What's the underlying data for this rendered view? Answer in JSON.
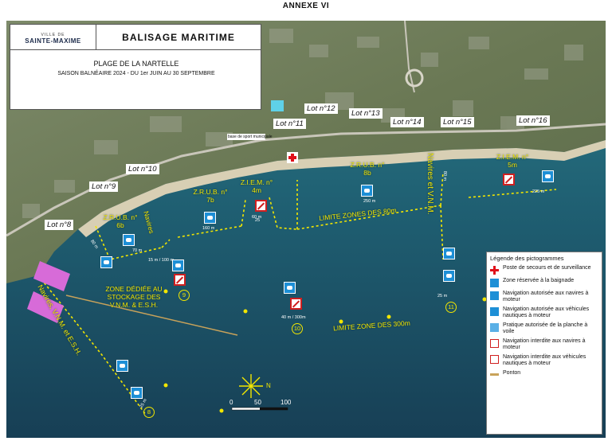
{
  "annexe": "ANNEXE VI",
  "header": {
    "logo_ville": "VILLE DE",
    "logo_city": "SAINTE-MAXIME",
    "title": "BALISAGE MARITIME",
    "plage": "PLAGE DE LA NARTELLE",
    "saison": "SAISON BALNÉAIRE 2024 - DU 1er JUIN AU 30 SEPTEMBRE"
  },
  "lots": [
    "Lot n°8",
    "Lot n°9",
    "Lot n°10",
    "Lot n°11",
    "Lot n°12",
    "Lot n°13",
    "Lot n°14",
    "Lot n°15",
    "Lot n°16"
  ],
  "zones": {
    "zrub_6b": "Z.R.U.B. n° 6b",
    "navires_1": "Navires",
    "zrub_7b": "Z.R.U.B. n° 7b",
    "ziem_4m": "Z.I.E.M. n° 4m",
    "zrub_8b": "Z.R.U.B. n° 8b",
    "navires_vnm": "Navires et V.N.M.",
    "ziem_5m": "Z.I.E.M. n° 5m",
    "limite_80": "LIMITE ZONES DES 80m",
    "limite_300": "LIMITE ZONE DES 300m",
    "zone_dediee": "ZONE DÉDIÉE AU STOCKAGE DES V.N.M. & E.S.H.",
    "navires_vnm_esh": "Navires, V.N.M. et E.S.H."
  },
  "dims": {
    "d80m": "80 m",
    "d70m": "70 m",
    "d15m": "15 m / 100 m",
    "d160m": "160 m",
    "d60m": "60 m",
    "d250m": "250 m",
    "d225m": "225 m",
    "d80b": "80 m",
    "d25m_a": "25 m",
    "d40m": "40 m / 300m",
    "d25m_b": "25 m",
    "d25": "25"
  },
  "buoy_numbers": [
    "8",
    "9",
    "10",
    "11"
  ],
  "base_sport": "base de sport municipale",
  "scale": {
    "ticks": [
      "0",
      "50",
      "100"
    ],
    "north": "N"
  },
  "legend": {
    "title": "Légende des pictogrammes",
    "items": [
      {
        "icon": "first-aid-cross-icon",
        "text": "Poste de secours et de surveillance"
      },
      {
        "icon": "swimmer-icon",
        "text": "Zone réservée à la baignade"
      },
      {
        "icon": "motorboat-icon",
        "text": "Navigation autorisée aux navires à moteur"
      },
      {
        "icon": "jetski-icon",
        "text": "Navigation autorisée aux véhicules nautiques à moteur"
      },
      {
        "icon": "windsurf-icon",
        "text": "Pratique autorisée de la planche à voile"
      },
      {
        "icon": "no-motorboat-icon",
        "text": "Navigation interdite aux navires à moteur"
      },
      {
        "icon": "no-jetski-icon",
        "text": "Navigation interdite aux véhicules nautiques à moteur"
      },
      {
        "icon": "ponton-line-icon",
        "text": "Ponton"
      }
    ]
  },
  "colors": {
    "sea": "#1f5f72",
    "land": "#6f7c5a",
    "beach": "#d8cfb4",
    "buoy": "#f2e600",
    "zone_dediee": "#d76bd8"
  }
}
